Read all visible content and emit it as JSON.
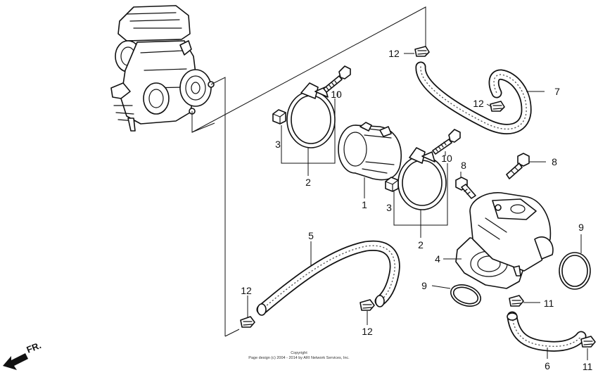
{
  "callouts": {
    "c1": "1",
    "c2a": "2",
    "c2b": "2",
    "c3a": "3",
    "c3b": "3",
    "c4": "4",
    "c5": "5",
    "c6": "6",
    "c7": "7",
    "c8a": "8",
    "c8b": "8",
    "c9a": "9",
    "c9b": "9",
    "c10a": "10",
    "c10b": "10",
    "c11a": "11",
    "c11b": "11",
    "c12a": "12",
    "c12b": "12",
    "c12c": "12",
    "c12d": "12"
  },
  "direction": "FR.",
  "copyright": {
    "line1": "Copyright",
    "line2": "Page design (c) 2004 - 2014 by ARI Network Services, Inc."
  },
  "icons": {
    "direction": "front-arrow-icon"
  }
}
